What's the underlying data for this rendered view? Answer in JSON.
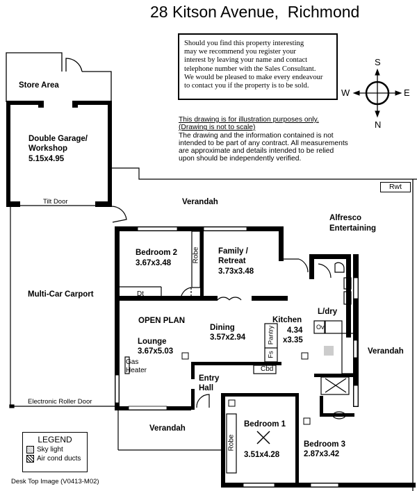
{
  "title": "28 Kitson Avenue,  Richmond",
  "notice": {
    "lines": [
      "Should you find this property interesting",
      "may we recommend you register your",
      "interest by leaving your name and contact",
      "telephone number with the Sales Consultant.",
      "We would be pleased to make every endeavour",
      "to contact you if the property is to be sold."
    ]
  },
  "disclaimer": {
    "underlined_1": "This drawing is for illustration purposes only.",
    "underlined_2": "(Drawing is not to scale)",
    "body": "The drawing and the information contained is not intended to be part of any contract.  All measurements are approximate and details intended to be relied upon should be independently verified."
  },
  "compass": {
    "top": "S",
    "bottom": "N",
    "left": "W",
    "right": "E"
  },
  "rooms": {
    "store_area": "Store Area",
    "garage_name": "Double Garage/",
    "garage_name2": "Workshop",
    "garage_dims": "5.15x4.95",
    "tilt_door": "Tilt Door",
    "verandah_top": "Verandah",
    "alfresco_1": "Alfresco",
    "alfresco_2": "Entertaining",
    "rwt": "Rwt",
    "bedroom2_name": "Bedroom 2",
    "bedroom2_dims": "3.67x3.48",
    "robe": "Robe",
    "family_1": "Family /",
    "family_2": "Retreat",
    "family_dims": "3.73x3.48",
    "dt": "Dt",
    "multi_car_carport": "Multi-Car Carport",
    "open_plan": "OPEN PLAN",
    "lounge_name": "Lounge",
    "lounge_dims": "3.67x5.03",
    "dining_name": "Dining",
    "dining_dims": "3.57x2.94",
    "kitchen_name": "Kitchen",
    "kitchen_dims_1": "4.34",
    "kitchen_dims_2": "x3.35",
    "pantry": "Pantry",
    "fs": "Fs",
    "cbd": "Cbd",
    "ldry": "L/dry",
    "ov": "Ov",
    "gas_1": "Gas",
    "gas_2": "Heater",
    "entry_1": "Entry",
    "entry_2": "Hall",
    "verandah_right": "Verandah",
    "roller_door": "Electronic Roller Door",
    "verandah_bottom": "Verandah",
    "bedroom1_name": "Bedroom 1",
    "bedroom1_dims": "3.51x4.28",
    "robe2": "Robe",
    "bedroom3_name": "Bedroom 3",
    "bedroom3_dims": "2.87x3.42"
  },
  "legend": {
    "heading": "LEGEND",
    "items": [
      {
        "icon": "sky-light-icon",
        "label": "Sky light"
      },
      {
        "icon": "air-cond-duct-icon",
        "label": "Air cond ducts"
      }
    ]
  },
  "footer": "Desk Top Image  (V0413-M02)"
}
